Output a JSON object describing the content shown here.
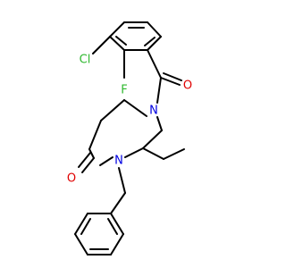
{
  "diagram": {
    "type": "chemical-structure",
    "atoms": {
      "chlorine": {
        "label": "Cl",
        "color": "#2EB82E"
      },
      "fluorine": {
        "label": "F",
        "color": "#2EB82E"
      },
      "carbonyl_oxygen_top": {
        "label": "O",
        "color": "#E00000"
      },
      "amide_nitrogen_top": {
        "label": "N",
        "color": "#0000E0"
      },
      "amide_nitrogen_bottom": {
        "label": "N",
        "color": "#0000E0"
      },
      "lactam_oxygen": {
        "label": "O",
        "color": "#E00000"
      }
    },
    "bond_color": "#000000"
  }
}
